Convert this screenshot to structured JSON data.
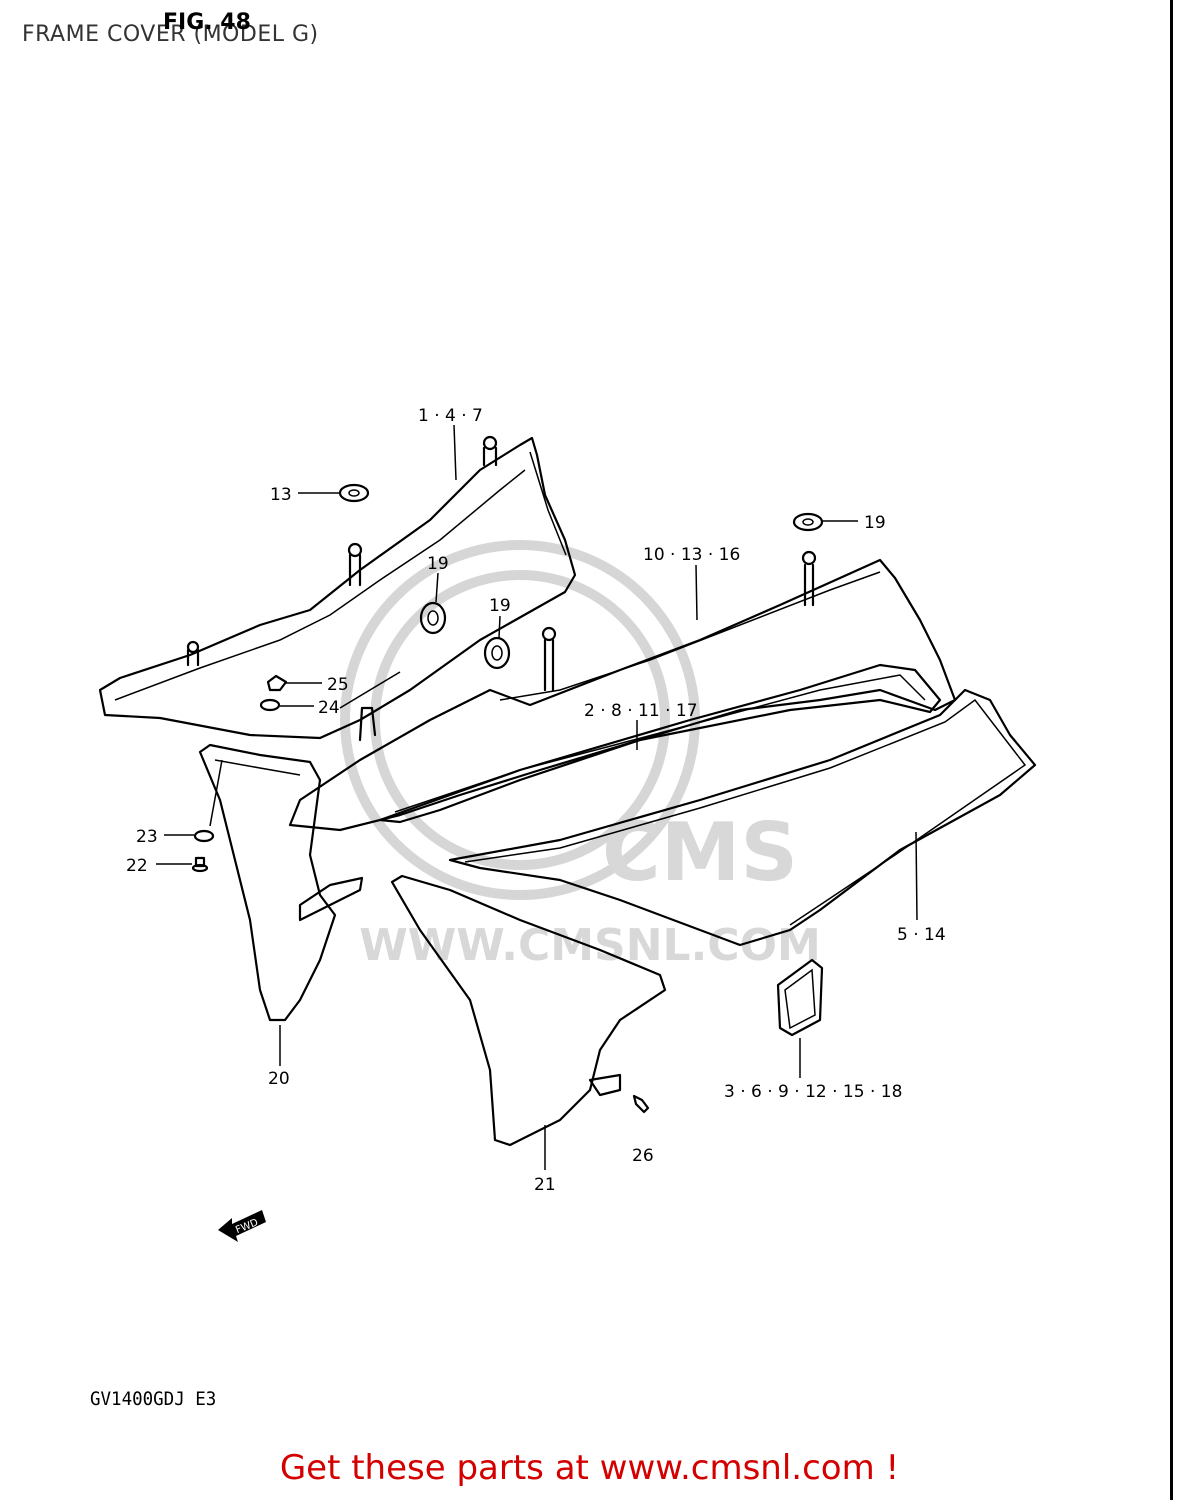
{
  "header": {
    "title": "FRAME COVER (MODEL G)",
    "fig_label": "FIG. 48"
  },
  "watermark": {
    "brand": "CMS",
    "url": "WWW.CMSNL.COM"
  },
  "callouts": {
    "c_1_4_7": "1 · 4 · 7",
    "c_13": "13",
    "c_19_a": "19",
    "c_19_b": "19",
    "c_19_c": "19",
    "c_10_13_16": "10 · 13 · 16",
    "c_2_8_11_17": "2 · 8 · 11 · 17",
    "c_25": "25",
    "c_24": "24",
    "c_23": "23",
    "c_22": "22",
    "c_5_14": "5 · 14",
    "c_20": "20",
    "c_3_6_9": "3 · 6 · 9 · 12 · 15 · 18",
    "c_21": "21",
    "c_26": "26"
  },
  "direction_tag": "FWD",
  "model_code": "GV1400GDJ E3",
  "footer": {
    "link_text": "Get these parts at www.cmsnl.com !",
    "link_color": "#d40000"
  }
}
